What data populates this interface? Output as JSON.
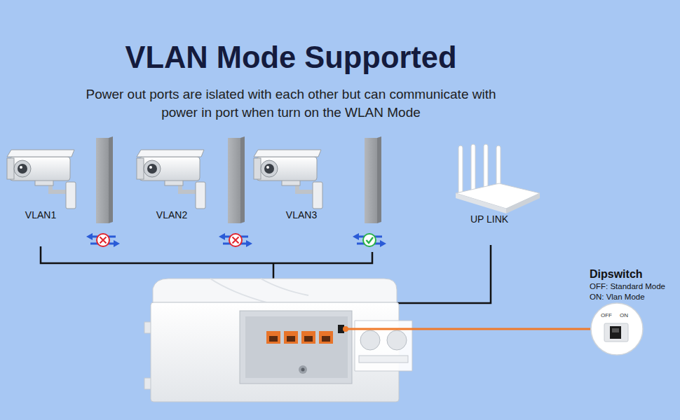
{
  "diagram": {
    "title": "VLAN Mode Supported",
    "caption": "Power out ports are islated with each other but can communicate with power in port when turn on the WLAN Mode",
    "nodes": [
      {
        "text": [
          "OFF",
          "ON"
        ]
      }
    ],
    "labels": [
      "VLAN1",
      "VLAN2",
      "VLAN3",
      "UP LINK",
      "Dipswitch",
      "OFF: Standard Mode",
      "ON: Vlan Mode"
    ]
  }
}
